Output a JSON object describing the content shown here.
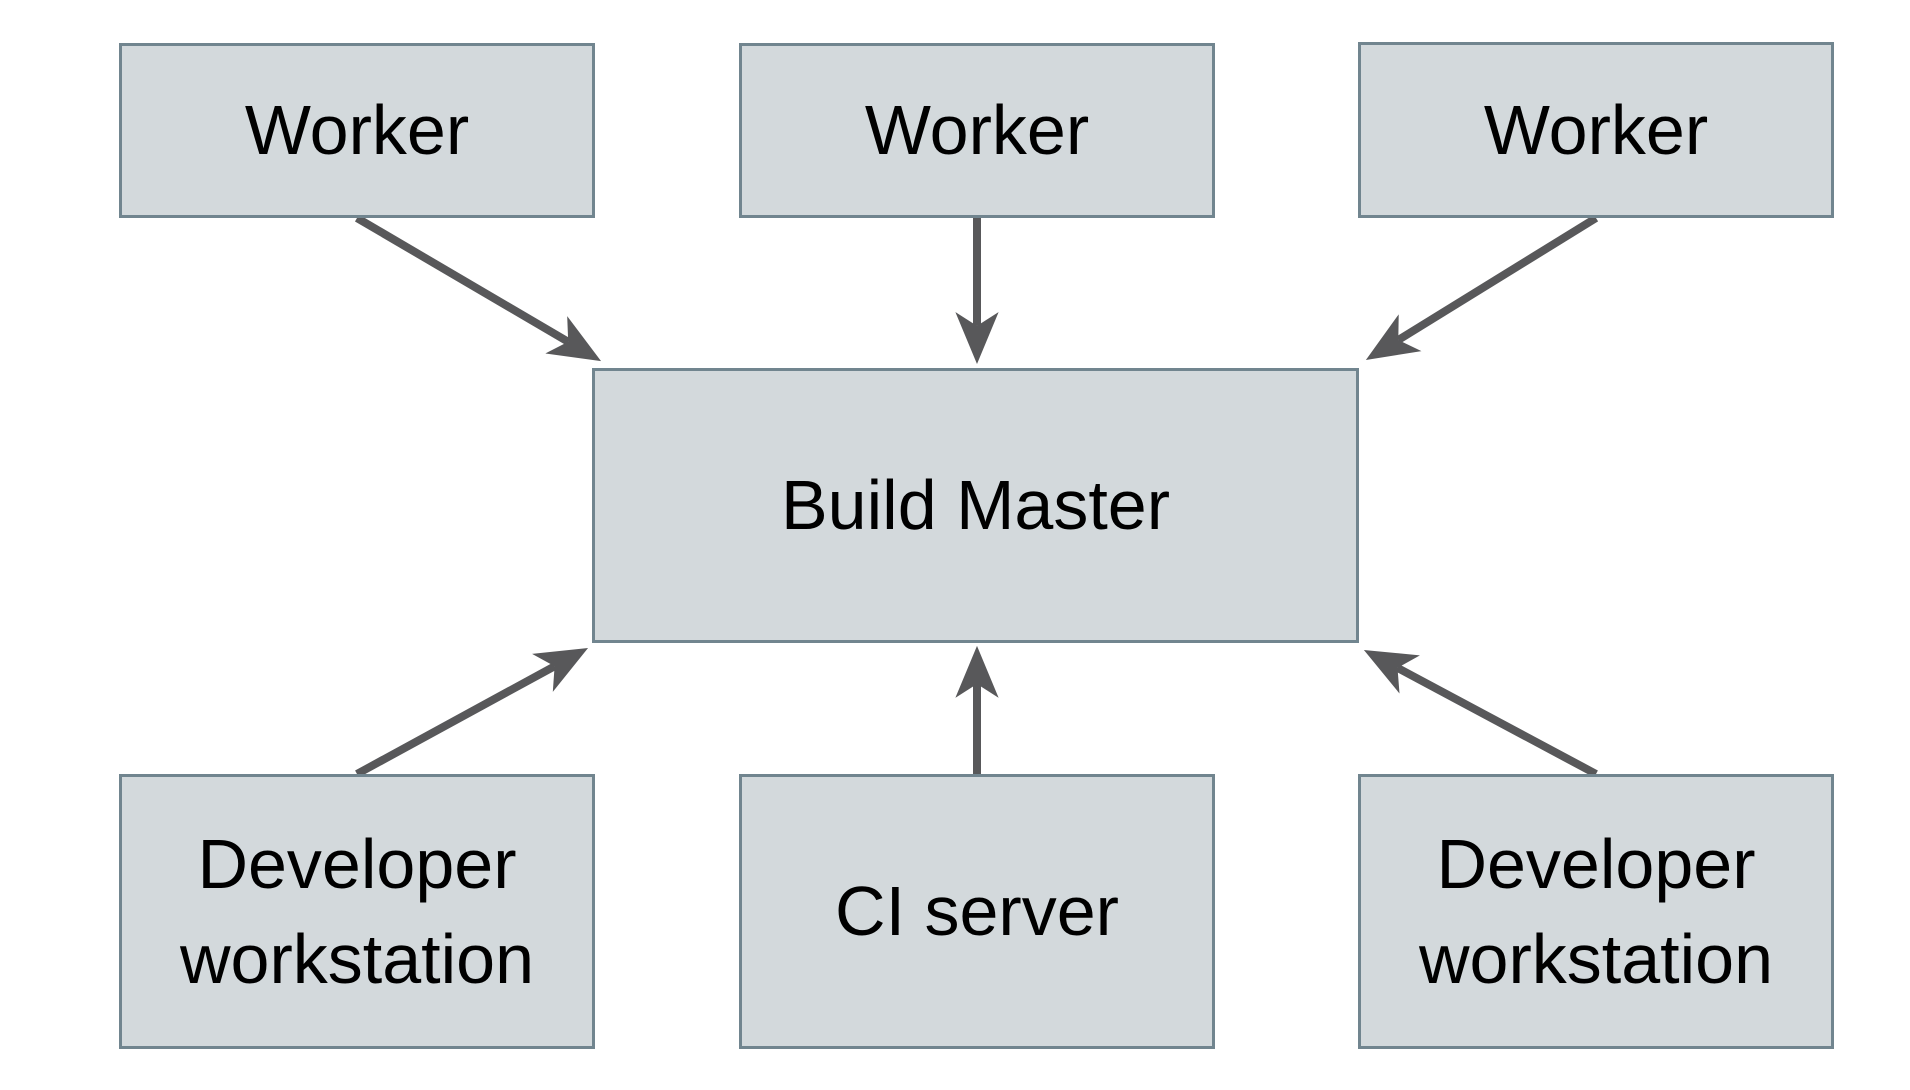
{
  "diagram": {
    "type": "flow-diagram",
    "background_color": "#ffffff",
    "colors": {
      "node_fill": "#d3d9dc",
      "node_border": "#71858f",
      "arrow": "#58585a",
      "text": "#000000"
    },
    "nodes": [
      {
        "id": "worker-1",
        "label": "Worker"
      },
      {
        "id": "worker-2",
        "label": "Worker"
      },
      {
        "id": "worker-3",
        "label": "Worker"
      },
      {
        "id": "build-master",
        "label": "Build Master"
      },
      {
        "id": "developer-workstation-left",
        "label": "Developer workstation"
      },
      {
        "id": "ci-server",
        "label": "CI server"
      },
      {
        "id": "developer-workstation-right",
        "label": "Developer workstation"
      }
    ],
    "edges": [
      {
        "from": "worker-1",
        "to": "build-master",
        "direction": "down-right"
      },
      {
        "from": "worker-2",
        "to": "build-master",
        "direction": "down"
      },
      {
        "from": "worker-3",
        "to": "build-master",
        "direction": "down-left"
      },
      {
        "from": "developer-workstation-left",
        "to": "build-master",
        "direction": "up-right"
      },
      {
        "from": "ci-server",
        "to": "build-master",
        "direction": "up"
      },
      {
        "from": "developer-workstation-right",
        "to": "build-master",
        "direction": "up-left"
      }
    ]
  }
}
